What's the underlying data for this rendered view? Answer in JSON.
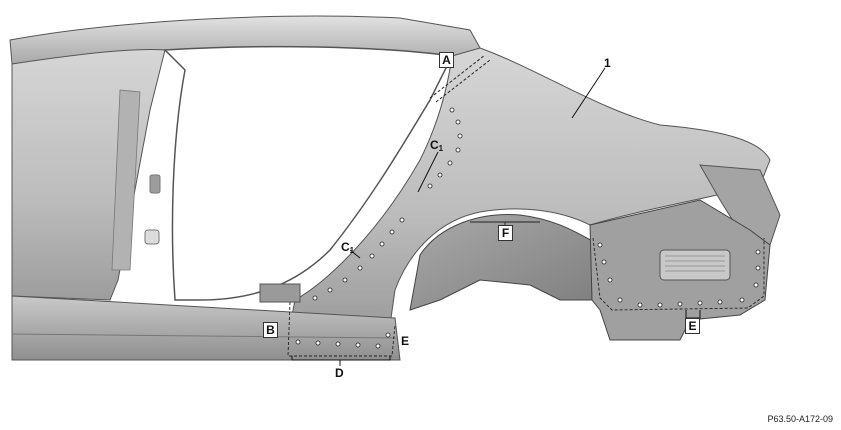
{
  "figure": {
    "code": "P63.50-A172-09"
  },
  "callouts": {
    "part_number": "1",
    "A": "A",
    "B": "B",
    "C": "C",
    "C_subscript": "1",
    "D": "D",
    "E": "E",
    "F": "F"
  },
  "colors": {
    "panel_fill": "#bdbdbd",
    "panel_dark": "#8a8a8a",
    "panel_light": "#dcdcdc",
    "outline": "#444444",
    "seam_dashes": "#222222"
  }
}
